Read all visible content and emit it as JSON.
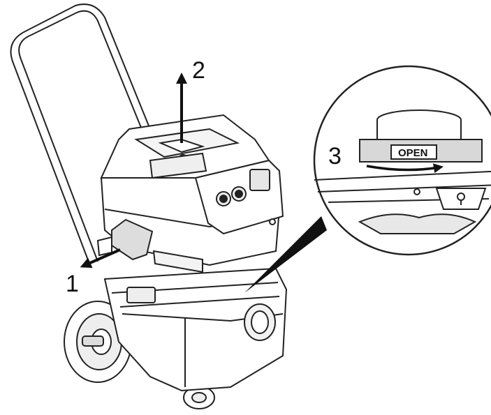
{
  "diagram": {
    "steps": [
      {
        "number": "1"
      },
      {
        "number": "2"
      },
      {
        "number": "3"
      }
    ],
    "detail": {
      "ring_label": "OPEN"
    }
  }
}
